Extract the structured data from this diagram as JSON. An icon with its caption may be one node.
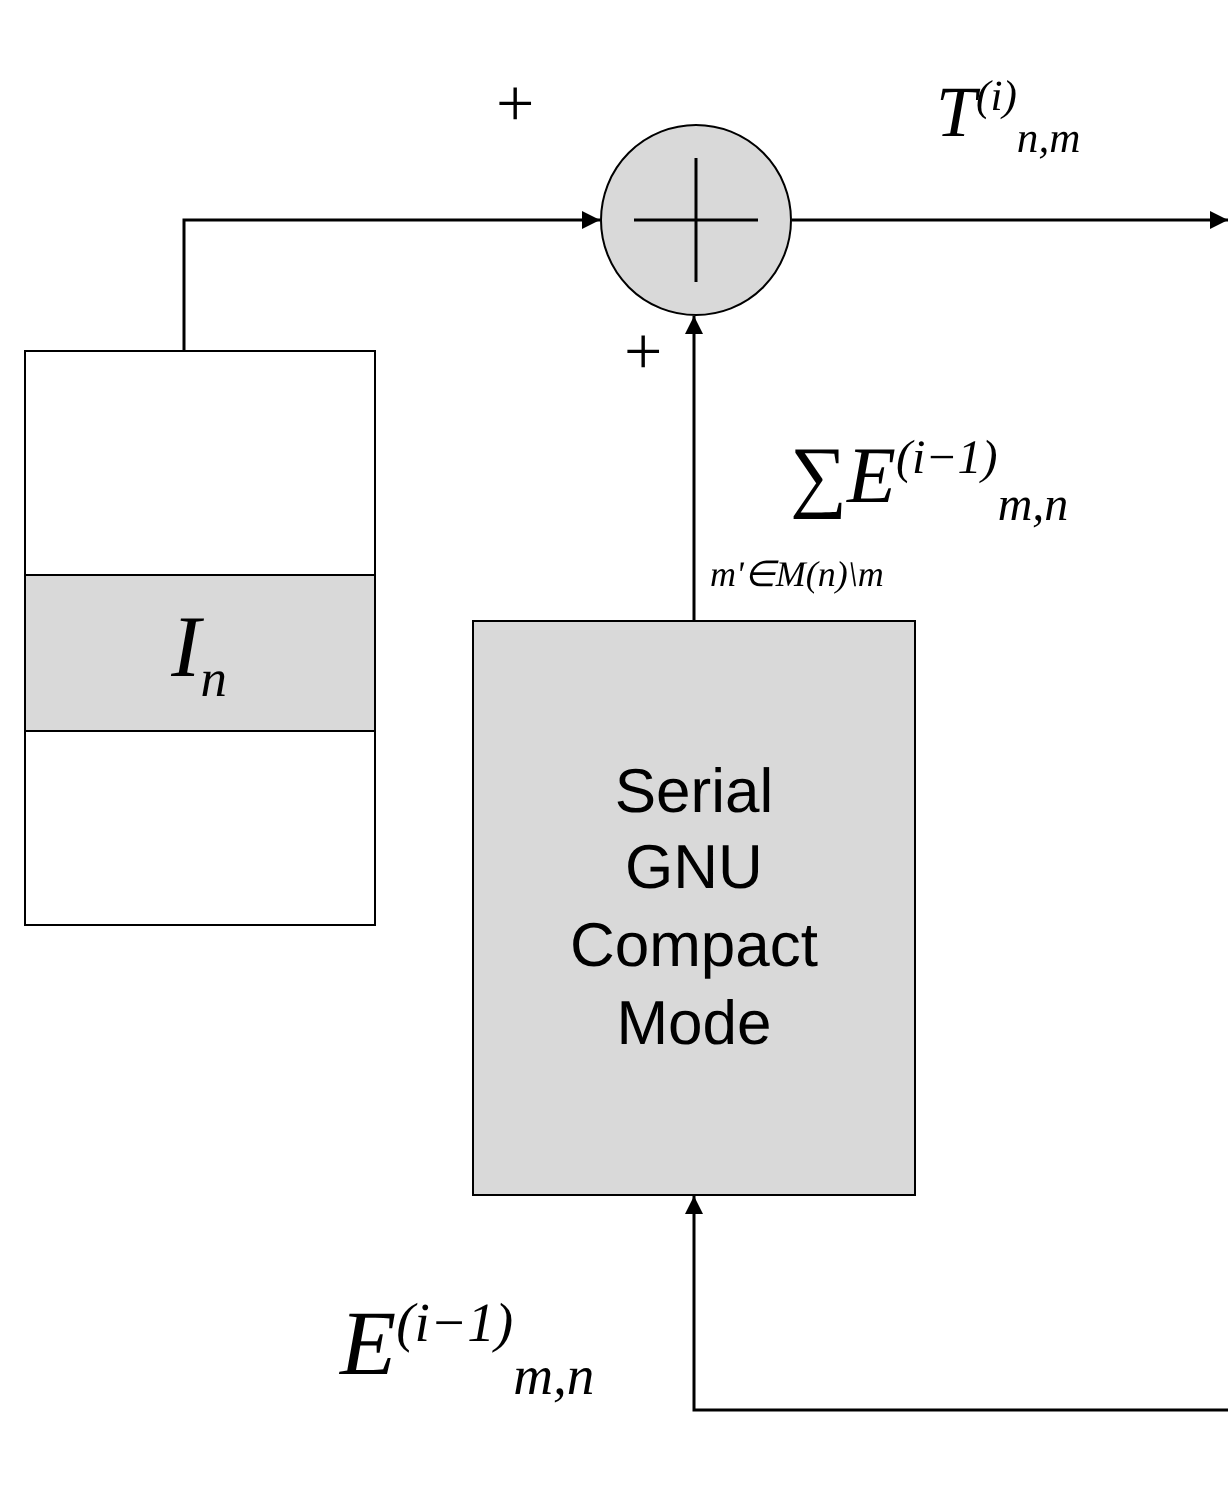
{
  "diagram": {
    "nodes": [
      {
        "text": [],
        "shape": "box"
      },
      {
        "text": [
          "I$_{n}$"
        ],
        "in": 0
      },
      {
        "text": [],
        "shape": "circle"
      },
      {
        "text": [
          "Serial GNU Compact Mode"
        ]
      }
    ],
    "edges": [
      {
        "from": 1,
        "to": 2,
        "arrow": "to"
      },
      {
        "from": 3,
        "to": 2,
        "arrow": "to",
        "label": "∑E$^{(i−1)}$$_{m,n}$"
      },
      {
        "from": 2,
        "to": null,
        "arrow": "to",
        "label": "T$^{(i)}$$_{n,m}$"
      },
      {
        "from": null,
        "to": 3,
        "arrow": "to",
        "label": "E$^{(i−1)}$$_{m,n}$"
      }
    ],
    "labels": [
      "+",
      "+",
      "m'∈M(n)\\m"
    ]
  }
}
